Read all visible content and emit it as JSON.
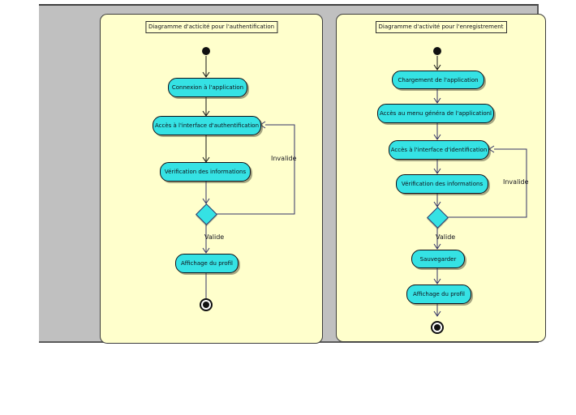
{
  "left": {
    "title": "Diagramme d'acticité pour l'authentification",
    "nodes": {
      "n1": "Connexion à l'application",
      "n2": "Accès à l'interface d'authentification",
      "n3": "Vérification des informations",
      "n4": "Affichage du profil"
    },
    "edge_labels": {
      "invalid": "Invalide",
      "valid": "Valide"
    }
  },
  "right": {
    "title": "Diagramme d'activité pour l'enregistrement",
    "nodes": {
      "n1": "Chargement de l'application",
      "n2": "Accès au menu généra de l'applicationl",
      "n3": "Accès à l'interface d'identification",
      "n4": "Vérification des informations",
      "n5": "Sauvegarder",
      "n6": "Affichage du profil"
    },
    "edge_labels": {
      "invalid": "Invalide",
      "valid": "Valide"
    }
  },
  "colors": {
    "canvas_bg": "#c0c0c0",
    "panel_bg": "#ffffcc",
    "node_fill": "#35e2e4",
    "connector": "#333366",
    "connector_dark": "#141414"
  }
}
